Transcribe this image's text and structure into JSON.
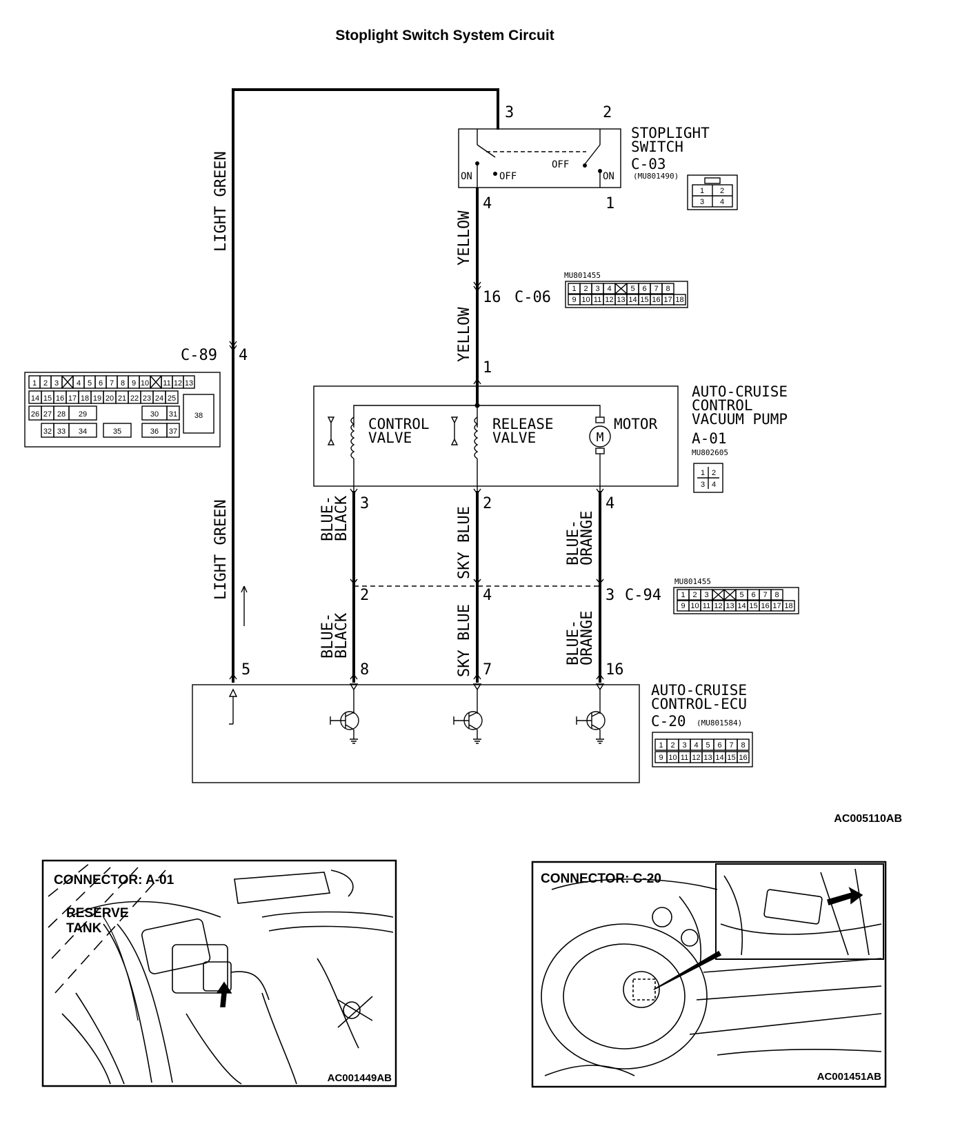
{
  "title": "Stoplight Switch System Circuit",
  "figure_ids": {
    "main": "AC005110AB",
    "photo_left": "AC001449AB",
    "photo_right": "AC001451AB"
  },
  "stoplight_switch": {
    "name_line1": "STOPLIGHT",
    "name_line2": "SWITCH",
    "code": "C-03",
    "part": "(MU801490)",
    "pins": {
      "top_left": "3",
      "top_right": "2",
      "bottom_left": "4",
      "bottom_right": "1"
    },
    "states": {
      "on_left": "ON",
      "off_left": "OFF",
      "off_right": "OFF",
      "on_right": "ON"
    },
    "connector_pins": [
      "1",
      "2",
      "3",
      "4"
    ]
  },
  "connector_c06": {
    "code": "C-06",
    "part": "MU801455",
    "pin": "16",
    "row1": [
      "1",
      "2",
      "3",
      "4",
      "",
      "5",
      "6",
      "7",
      "8"
    ],
    "row2": [
      "9",
      "10",
      "11",
      "12",
      "13",
      "14",
      "15",
      "16",
      "17",
      "18"
    ]
  },
  "connector_c89": {
    "code": "C-89",
    "pin": "4",
    "row1": [
      "1",
      "2",
      "3",
      "",
      "4",
      "5",
      "6",
      "7",
      "8",
      "9",
      "10",
      "",
      "11",
      "12",
      "13"
    ],
    "row2": [
      "14",
      "15",
      "16",
      "17",
      "18",
      "19",
      "20",
      "21",
      "22",
      "23",
      "24",
      "25"
    ],
    "row3": [
      "26",
      "27",
      "28",
      "29",
      "30",
      "31"
    ],
    "row4": [
      "32",
      "33",
      "34",
      "35",
      "36",
      "37"
    ],
    "big": "38"
  },
  "vacuum_pump": {
    "name_line1": "AUTO-CRUISE",
    "name_line2": "CONTROL",
    "name_line3": "VACUUM PUMP",
    "code": "A-01",
    "part": "MU802605",
    "input_pin": "1",
    "control_valve_line1": "CONTROL",
    "control_valve_line2": "VALVE",
    "release_valve_line1": "RELEASE",
    "release_valve_line2": "VALVE",
    "motor": "MOTOR",
    "motor_symbol": "M",
    "out_pins": [
      "3",
      "2",
      "4"
    ],
    "connector_pins": [
      "1",
      "2",
      "3",
      "4"
    ]
  },
  "connector_c94": {
    "code": "C-94",
    "part": "MU801455",
    "pins": [
      "2",
      "4",
      "3"
    ],
    "row1": [
      "1",
      "2",
      "3",
      "",
      "",
      "5",
      "6",
      "7",
      "8"
    ],
    "row2": [
      "9",
      "10",
      "11",
      "12",
      "13",
      "14",
      "15",
      "16",
      "17",
      "18"
    ]
  },
  "ecu": {
    "name_line1": "AUTO-CRUISE",
    "name_line2": "CONTROL-ECU",
    "code": "C-20",
    "part": "(MU801584)",
    "pins": [
      "5",
      "8",
      "7",
      "16"
    ],
    "row1": [
      "1",
      "2",
      "3",
      "4",
      "5",
      "6",
      "7",
      "8"
    ],
    "row2": [
      "9",
      "10",
      "11",
      "12",
      "13",
      "14",
      "15",
      "16"
    ]
  },
  "wires": {
    "light_green": "LIGHT GREEN",
    "yellow": "YELLOW",
    "blue_black_1": "BLUE-",
    "blue_black_2": "BLACK",
    "sky_blue": "SKY BLUE",
    "blue_orange_1": "BLUE-",
    "blue_orange_2": "ORANGE"
  },
  "photo_left": {
    "connector": "CONNECTOR: A-01",
    "label_line1": "RESERVE",
    "label_line2": "TANK"
  },
  "photo_right": {
    "connector": "CONNECTOR: C-20"
  }
}
